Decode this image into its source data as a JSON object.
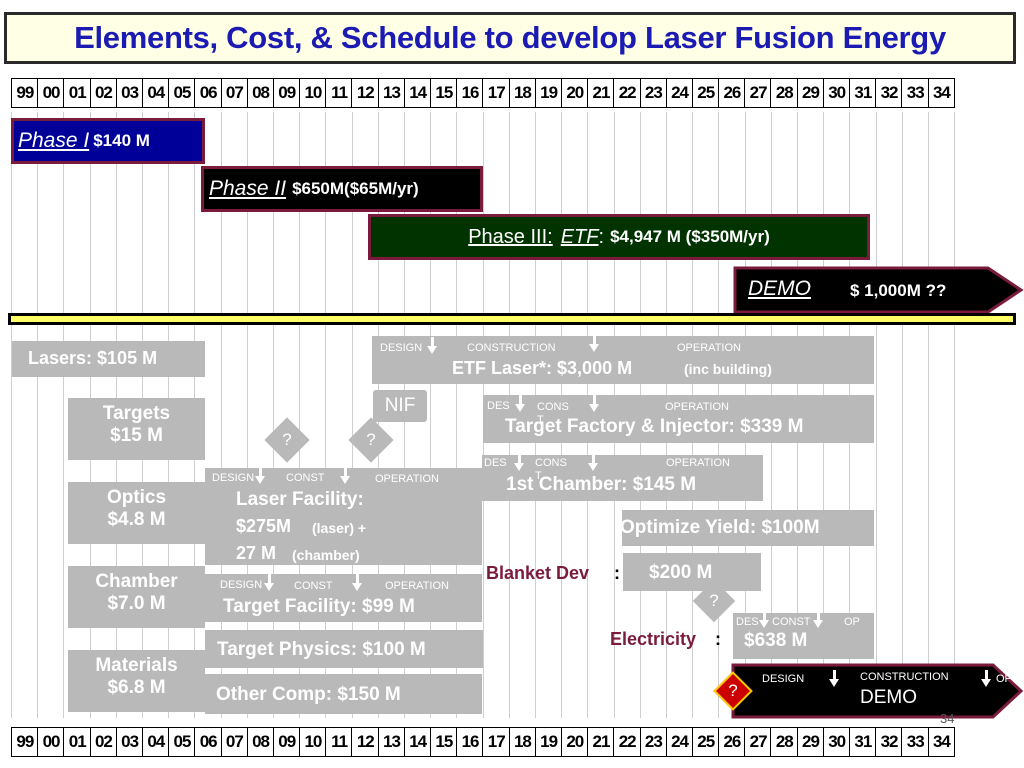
{
  "title": "Elements, Cost, & Schedule to develop Laser Fusion Energy",
  "years": [
    "99",
    "00",
    "01",
    "02",
    "03",
    "04",
    "05",
    "06",
    "07",
    "08",
    "09",
    "10",
    "11",
    "12",
    "13",
    "14",
    "15",
    "16",
    "17",
    "18",
    "19",
    "20",
    "21",
    "22",
    "23",
    "24",
    "25",
    "26",
    "27",
    "28",
    "29",
    "30",
    "31",
    "32",
    "33",
    "34"
  ],
  "phases": {
    "phase1": {
      "name": "Phase I",
      "cost": "$140 M"
    },
    "phase2": {
      "name": "Phase II",
      "cost": "$650M($65M/yr)"
    },
    "phase3": {
      "name_a": "Phase III:",
      "name_b": "ETF",
      "colon": ":",
      "cost": "$4,947 M  ($350M/yr)"
    },
    "demo": {
      "name": "DEMO",
      "cost": "$ 1,000M ??"
    }
  },
  "stage_labels": {
    "design": "DESIGN",
    "construction": "CONSTRUCTION",
    "operation": "OPERATION",
    "des": "DES",
    "cons": "CONS",
    "t": "T",
    "const": "CONST",
    "op": "OP"
  },
  "left_items": {
    "lasers": "Lasers: $105 M",
    "targets_1": "Targets",
    "targets_2": "$15 M",
    "optics_1": "Optics",
    "optics_2": "$4.8 M",
    "chamber_1": "Chamber",
    "chamber_2": "$7.0 M",
    "materials_1": "Materials",
    "materials_2": "$6.8 M"
  },
  "items": {
    "etf_laser": "ETF Laser*: $3,000 M",
    "etf_laser_note": "(inc building)",
    "nif": "NIF",
    "target_factory": "Target Factory & Injector: $339 M",
    "chamber1_pre": "1st Chamber: $145 M",
    "laser_facility_1": "Laser Facility:",
    "laser_facility_2": "$275M",
    "laser_facility_2b": "(laser) +",
    "laser_facility_3": "27 M",
    "laser_facility_3b": "(chamber)",
    "optimize_yield": "Optimize Yield: $100M",
    "blanket_label": "Blanket Dev",
    "blanket_colon": ":",
    "blanket_cost": "$200 M",
    "target_facility": "Target Facility: $99 M",
    "target_physics": "Target Physics: $100 M",
    "other_comp": "Other Comp: $150 M",
    "electricity_label": "Electricity",
    "electricity_colon": ":",
    "electricity_cost": "$638 M",
    "demo_bar": "DEMO",
    "question": "?"
  },
  "slide_number": "34",
  "colors": {
    "title_text": "#1b1bb3",
    "phase1_bg": "#000099",
    "phase3_bg": "#003300",
    "demo_bg": "#000000",
    "bars": "#b9b9b9",
    "divider": "#ffff66",
    "diamond_red": "#cc0000",
    "accent_text": "#7a1b3d"
  }
}
